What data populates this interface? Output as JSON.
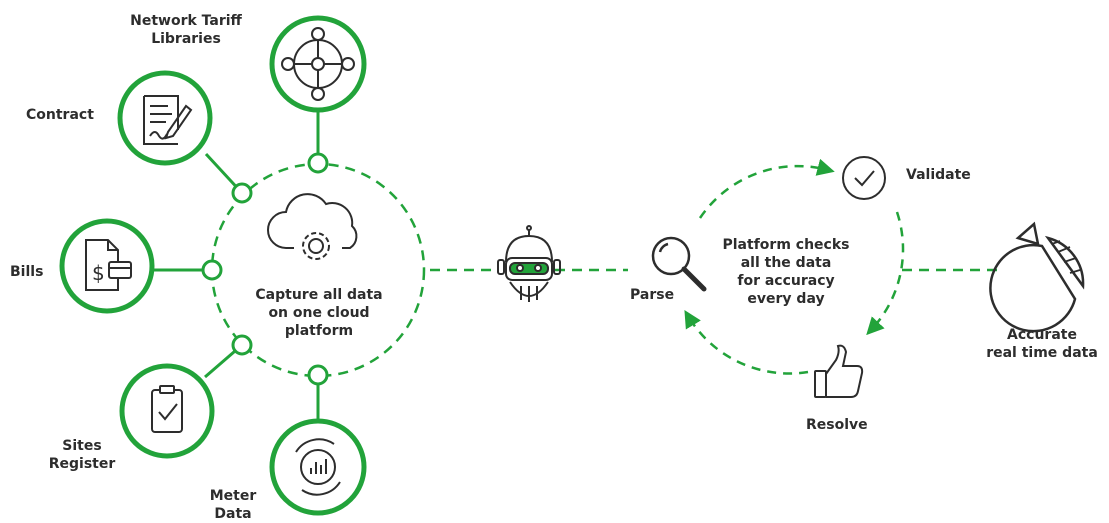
{
  "hub": {
    "caption": "Capture all data\non one cloud\nplatform"
  },
  "inputs": [
    {
      "id": "network-tariff-libraries",
      "label": "Network Tariff\nLibraries",
      "icon": "network-nodes-icon"
    },
    {
      "id": "contract",
      "label": "Contract",
      "icon": "signed-document-icon"
    },
    {
      "id": "bills",
      "label": "Bills",
      "icon": "bill-payment-icon"
    },
    {
      "id": "sites-register",
      "label": "Sites\nRegister",
      "icon": "clipboard-check-icon"
    },
    {
      "id": "meter-data",
      "label": "Meter\nData",
      "icon": "meter-chart-icon"
    }
  ],
  "robot": {
    "icon": "robot-icon"
  },
  "cycle": {
    "caption": "Platform checks\nall the data\nfor accuracy\nevery day",
    "steps": [
      {
        "id": "parse",
        "label": "Parse",
        "icon": "magnifier-icon"
      },
      {
        "id": "validate",
        "label": "Validate",
        "icon": "check-circle-icon"
      },
      {
        "id": "resolve",
        "label": "Resolve",
        "icon": "thumbs-up-icon"
      }
    ]
  },
  "output": {
    "label": "Accurate\nreal time data",
    "icon": "pie-chart-icon"
  },
  "colors": {
    "green": "#22a33a",
    "dark": "#2d2d2d",
    "text": "#2d2d2d"
  }
}
